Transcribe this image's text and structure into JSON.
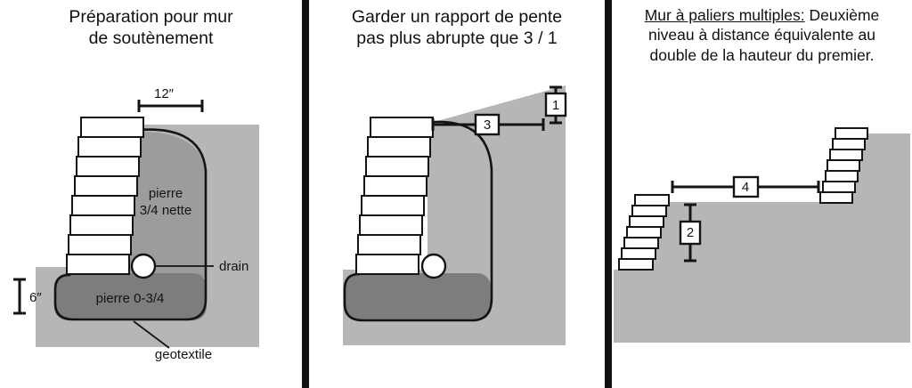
{
  "colors": {
    "soil_light": "#b6b6b6",
    "stone_mid": "#9c9c9c",
    "stone_dark": "#7d7d7d",
    "ink": "#111111"
  },
  "panel1": {
    "title_line1": "Préparation pour mur",
    "title_line2": "de soutènement",
    "dim_width": "12″",
    "dim_depth": "6″",
    "stone_label_line1": "pierre",
    "stone_label_line2": "3/4 nette",
    "drain_label": "drain",
    "base_label": "pierre 0-3/4",
    "geotextile_label": "geotextile"
  },
  "panel2": {
    "title_line1": "Garder un rapport de pente",
    "title_line2": "pas plus abrupte que 3 / 1",
    "run_value": "3",
    "rise_value": "1"
  },
  "panel3": {
    "title_underlined": "Mur à paliers multiples:",
    "title_line1_rest": " Deuxième",
    "title_line2": "niveau à distance équivalente au",
    "title_line3": "double de la hauteur du premier.",
    "spacing_value": "4",
    "height_value": "2"
  }
}
